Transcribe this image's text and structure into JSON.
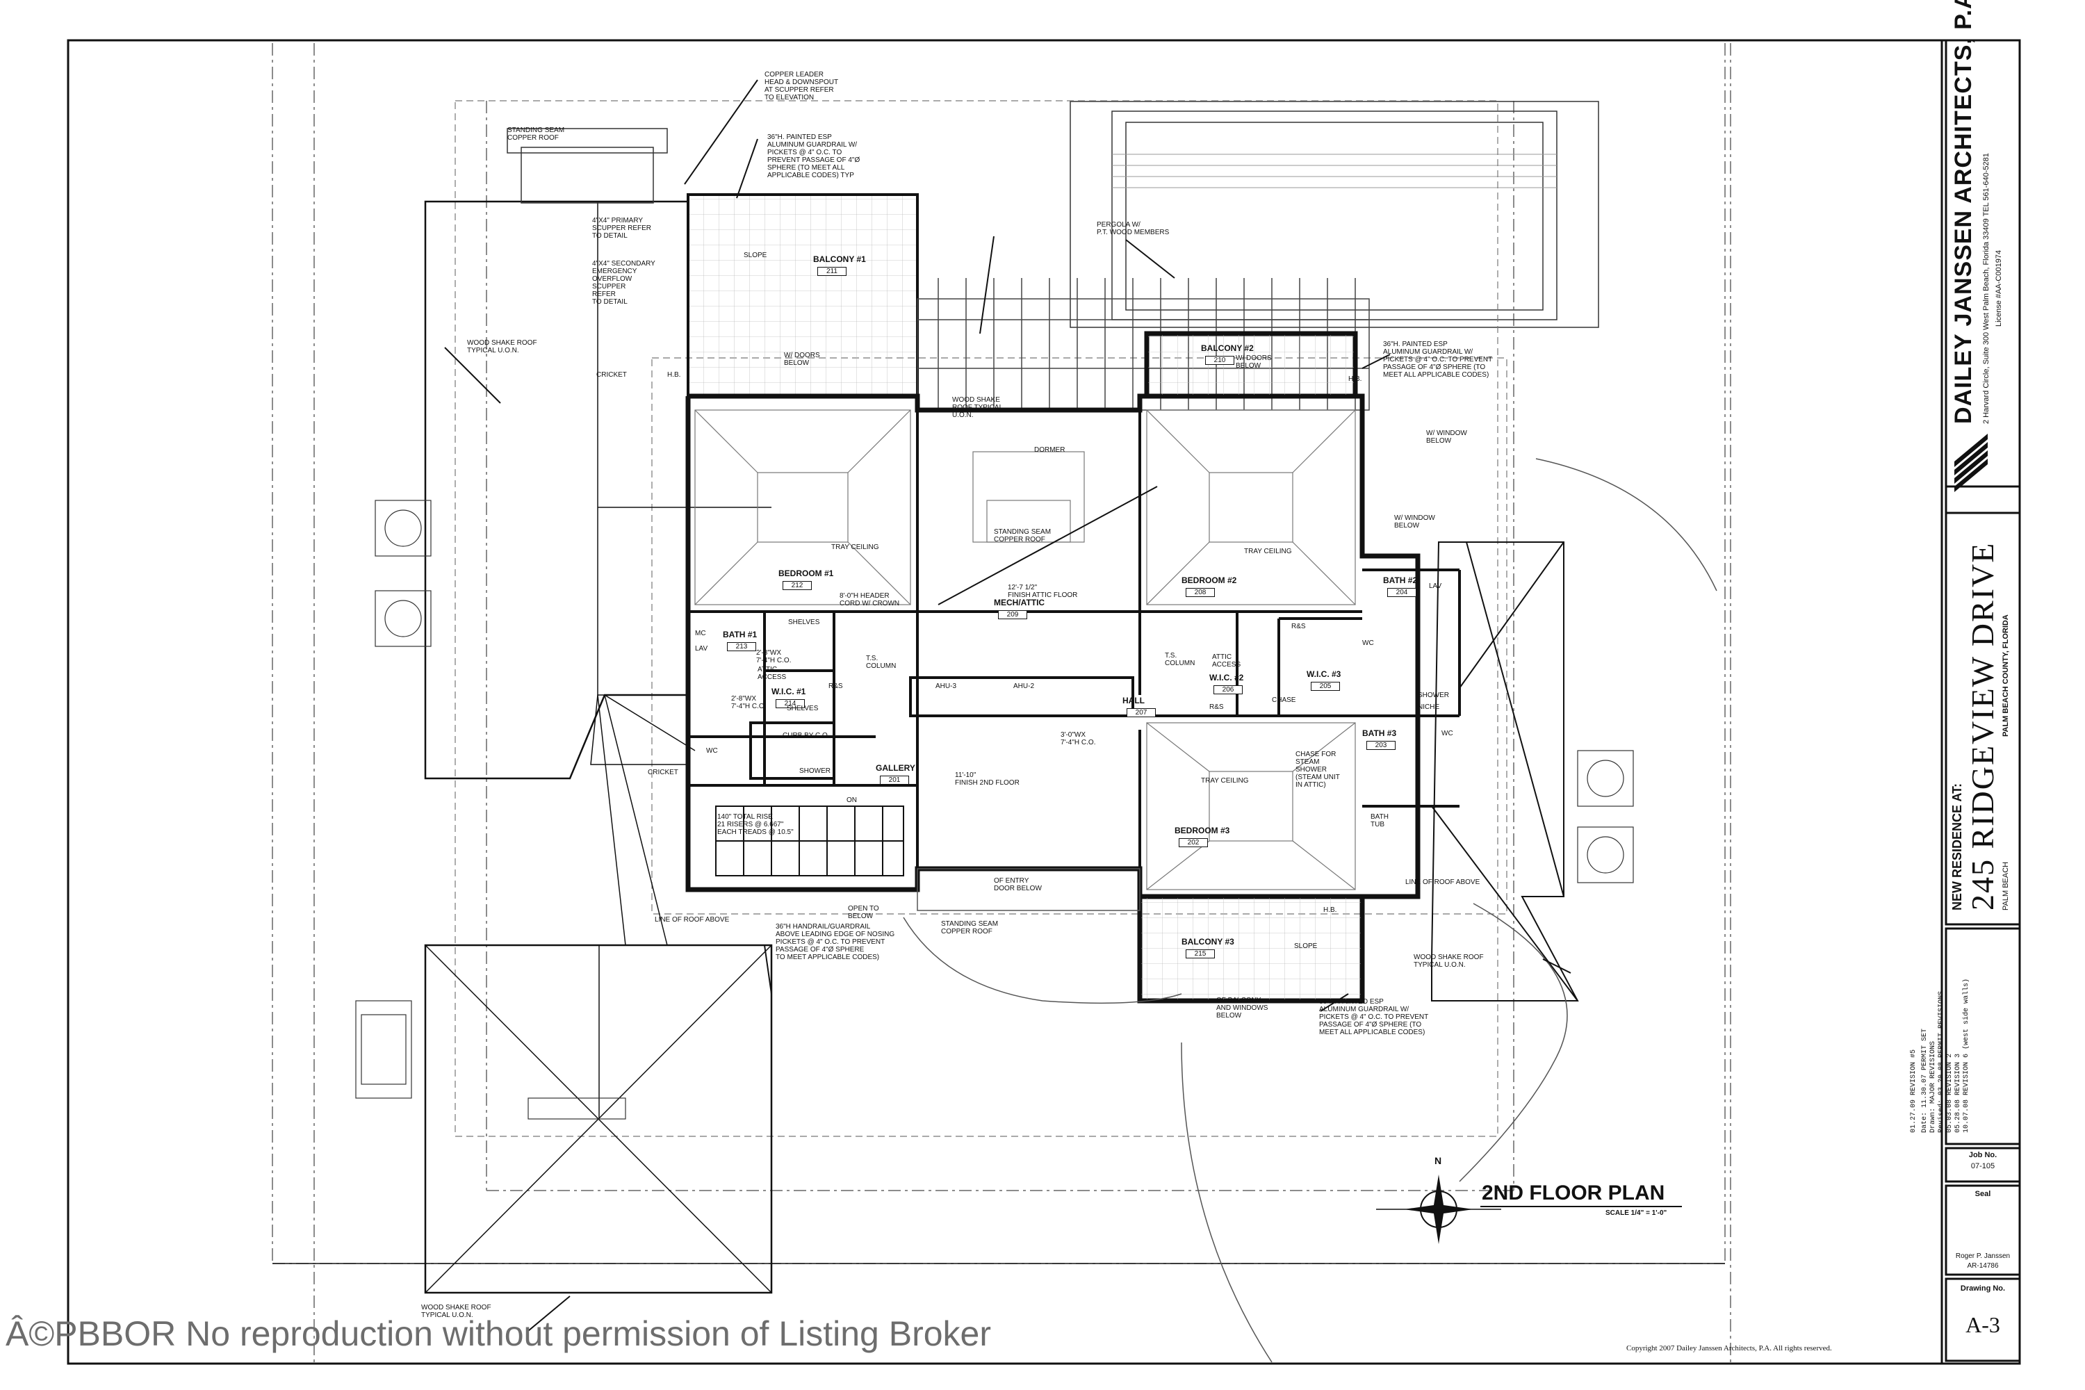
{
  "firm": {
    "name": "DAILEY JANSSEN ARCHITECTS, P.A.",
    "address": "2 Harvard Circle, Suite 300   West Palm Beach, Florida 33409   TEL 561-640-5281",
    "license": "License #AA-C001974"
  },
  "project": {
    "prefix": "NEW RESIDENCE AT:",
    "name": "245 RIDGEVIEW DRIVE",
    "city": "PALM BEACH",
    "county": "PALM BEACH COUNTY, FLORIDA"
  },
  "revisions": {
    "latest": "01.27.09 REVISION #5",
    "lines": [
      "Date:     11.30.07 PERMIT SET",
      "Drawn:    MAJOR REVISIONS",
      "Revised: 03.20.08 PERMIT REVISIONS",
      "          05.03.08 REVISION 2",
      "          05.28.08 REVISION 3",
      "          10.07.08 REVISION 6 (west side walls)"
    ]
  },
  "job": {
    "label": "Job No.",
    "value": "07-105"
  },
  "seal": {
    "label": "Seal",
    "name": "Roger P. Janssen",
    "number": "AR-14786"
  },
  "drawing": {
    "label": "Drawing No.",
    "value": "A-3"
  },
  "plan": {
    "title": "2ND FLOOR PLAN",
    "scale": "SCALE 1/4\" = 1'-0\"",
    "north": "N"
  },
  "copyright": "Copyright 2007 Dailey Janssen Architects, P.A.  All rights reserved.",
  "watermark": "Â©PBBOR No reproduction without permission of Listing Broker",
  "rooms": [
    {
      "name": "BALCONY #1",
      "num": "211"
    },
    {
      "name": "BALCONY #2",
      "num": "210"
    },
    {
      "name": "BALCONY #3",
      "num": "215"
    },
    {
      "name": "BEDROOM #1",
      "num": "212"
    },
    {
      "name": "BEDROOM #2",
      "num": "208"
    },
    {
      "name": "BEDROOM #3",
      "num": "202"
    },
    {
      "name": "MECH/ATTIC",
      "num": "209"
    },
    {
      "name": "BATH #1",
      "num": "213"
    },
    {
      "name": "BATH #2",
      "num": "204"
    },
    {
      "name": "BATH #3",
      "num": "203"
    },
    {
      "name": "W.I.C. #1",
      "num": "214"
    },
    {
      "name": "W.I.C. #2",
      "num": "206"
    },
    {
      "name": "W.I.C. #3",
      "num": "205"
    },
    {
      "name": "HALL",
      "num": "207"
    },
    {
      "name": "GALLERY",
      "num": "201"
    }
  ],
  "notes": {
    "leader": "COPPER LEADER\nHEAD & DOWNSPOUT\nAT SCUPPER REFER\nTO ELEVATION",
    "copper_roof_1": "STANDING SEAM\nCOPPER ROOF",
    "guardrail_1": "36\"H. PAINTED ESP\nALUMINUM GUARDRAIL W/\nPICKETS @ 4\" O.C. TO\nPREVENT PASSAGE OF 4\"Ø\nSPHERE (TO MEET ALL\nAPPLICABLE CODES) TYP",
    "primary_scupper": "4\"X4\" PRIMARY\nSCUPPER REFER\nTO DETAIL",
    "secondary_scupper": "4\"X4\" SECONDARY\nEMERGENCY\nOVERFLOW\nSCUPPER\nREFER\nTO DETAIL",
    "pergola": "PERGOLA W/\nP.T. WOOD MEMBERS",
    "guardrail_2": "36\"H. PAINTED ESP\nALUMINUM GUARDRAIL W/\nPICKETS @ 4\" O.C. TO PREVENT\nPASSAGE OF 4\"Ø SPHERE (TO\nMEET ALL APPLICABLE CODES)",
    "wood_shake_1": "WOOD SHAKE ROOF\nTYPICAL U.O.N.",
    "doors_below_1": "W/ DOORS\nBELOW",
    "doors_below_2": "W/ DOORS\nBELOW",
    "wood_shake_2": "WOOD SHAKE\nROOF TYPICAL\nU.O.N.",
    "window_below_1": "W/ WINDOW\nBELOW",
    "dormer": "DORMER",
    "window_below_2": "W/ WINDOW\nBELOW",
    "copper_roof_2": "STANDING SEAM\nCOPPER ROOF",
    "cricket_1": "CRICKET",
    "cricket_2": "CRICKET",
    "tray_1": "TRAY CEILING",
    "tray_2": "TRAY CEILING",
    "tray_3": "TRAY CEILING",
    "header": "8'-0\"H HEADER\nCORD W/ CROWN",
    "attic_floor": "12'-7 1/2\"\nfinish attic floor",
    "column_1": "T.S.\nCOLUMN",
    "column_2": "T.S.\nCOLUMN",
    "shelves_1": "SHELVES",
    "shelves_2": "SHELVES",
    "attic_access_1": "ATTIC\nACCESS",
    "attic_access_2": "ATTIC\nACCESS",
    "closet_1": "2'-8\"WX\n7'-4\"H C.O.",
    "closet_2": "2'-8\"WX\n7'-4\"H C.O.",
    "closet_3": "3'-0\"WX\n7'-4\"H C.O.",
    "curb": "CURB BY C.O.",
    "shower_1": "SHOWER",
    "shower_2": "SHOWER",
    "niche": "NICHE",
    "rs_1": "R&S",
    "rs_2": "R&S",
    "rs_3": "R&S",
    "chase": "CHASE",
    "chase_steam": "CHASE FOR\nSTEAM\nSHOWER\n(STEAM UNIT\nIN ATTIC)",
    "bath_tub": "BATH\nTUB",
    "second_floor": "11'-10\"\nfinish 2nd floor",
    "rise": "140\" TOTAL RISE\n21 RISERS @ 6.667\"\nEACH TREADS @ 10.5\"",
    "on": "ON",
    "open_below": "OPEN TO\nBELOW",
    "handrail": "36\"H HANDRAIL/GUARDRAIL\nABOVE LEADING EDGE OF NOSING\nPICKETS @ 4\" O.C. TO PREVENT\nPASSAGE OF 4\"Ø SPHERE\nTO MEET APPLICABLE CODES)",
    "entry_door": "OF ENTRY\nDOOR BELOW",
    "copper_roof_3": "STANDING SEAM\nCOPPER ROOF",
    "roof_above_1": "LINE OF ROOF ABOVE",
    "roof_above_2": "LINE OF ROOF ABOVE",
    "hb_1": "H.B.",
    "hb_2": "H.B.",
    "hb_3": "H.B.",
    "balcony_windows": "OF BALCONY\nAND WINDOWS\nBELOW",
    "guardrail_3": "36\"H. PAINTED ESP\nALUMINUM GUARDRAIL W/\nPICKETS @ 4\" O.C. TO PREVENT\nPASSAGE OF 4\"Ø SPHERE (TO\nMEET ALL APPLICABLE CODES)",
    "wood_shake_3": "WOOD SHAKE ROOF\nTYPICAL U.O.N.",
    "wood_shake_4": "WOOD SHAKE ROOF\nTYPICAL U.O.N.",
    "ahu_1": "AHU-3",
    "ahu_2": "AHU-2",
    "slope_1": "SLOPE",
    "slope_2": "SLOPE",
    "mc": "MC",
    "wc_1": "WC",
    "wc_2": "WC",
    "wc_3": "WC",
    "lav_1": "LAV",
    "lav_2": "LAV"
  }
}
